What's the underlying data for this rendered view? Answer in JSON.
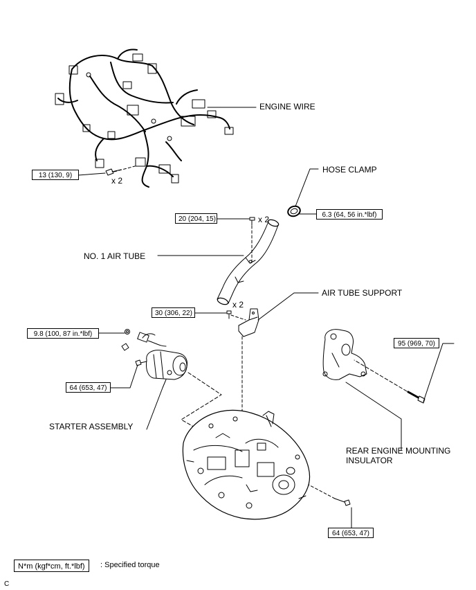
{
  "labels": {
    "engine_wire": "ENGINE WIRE",
    "hose_clamp": "HOSE CLAMP",
    "no1_air_tube": "NO. 1 AIR TUBE",
    "air_tube_support": "AIR TUBE SUPPORT",
    "starter_assembly": "STARTER ASSEMBLY",
    "rear_engine_mounting_line1": "REAR ENGINE MOUNTING",
    "rear_engine_mounting_line2": "INSULATOR"
  },
  "torques": {
    "wire_bolt": "13 (130, 9)",
    "hose_clamp": "6.3 (64, 56 in.*lbf)",
    "tube_bolt": "20 (204, 15)",
    "support_bolt": "30 (306, 22)",
    "starter_nut": "9.8 (100, 87 in.*lbf)",
    "starter_bolt": "64 (653, 47)",
    "mount_bolt": "95 (969, 70)",
    "trans_bolt": "64 (653, 47)"
  },
  "quantities": {
    "wire_bolt": "x 2",
    "tube_bolt": "x 2",
    "support_bolt": "x 2"
  },
  "legend": {
    "unit": "N*m (kgf*cm, ft.*lbf)",
    "desc": ": Specified torque"
  },
  "figure_code": "C"
}
